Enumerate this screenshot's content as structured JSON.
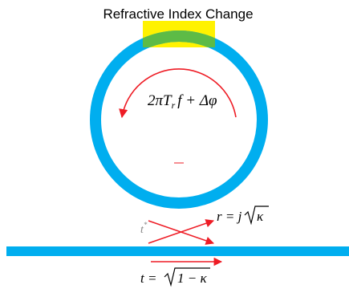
{
  "title": "Refractive Index Change",
  "phase_label": {
    "prefix": "2πT",
    "subscript": "r",
    "middle": "f + Δ",
    "phi": "φ"
  },
  "coupling_label": {
    "lhs": "r = j",
    "radicand": "κ"
  },
  "transmission_label": {
    "lhs": "t = ",
    "radicand": "1 − κ"
  },
  "tstar_label": {
    "base": "t",
    "sup": "*"
  },
  "colors": {
    "ring": "#00aeef",
    "waveguide": "#00aeef",
    "highlight": "#fff200",
    "overlap": "#5dbb46",
    "arrow": "#ee1c25",
    "text": "#000000"
  }
}
